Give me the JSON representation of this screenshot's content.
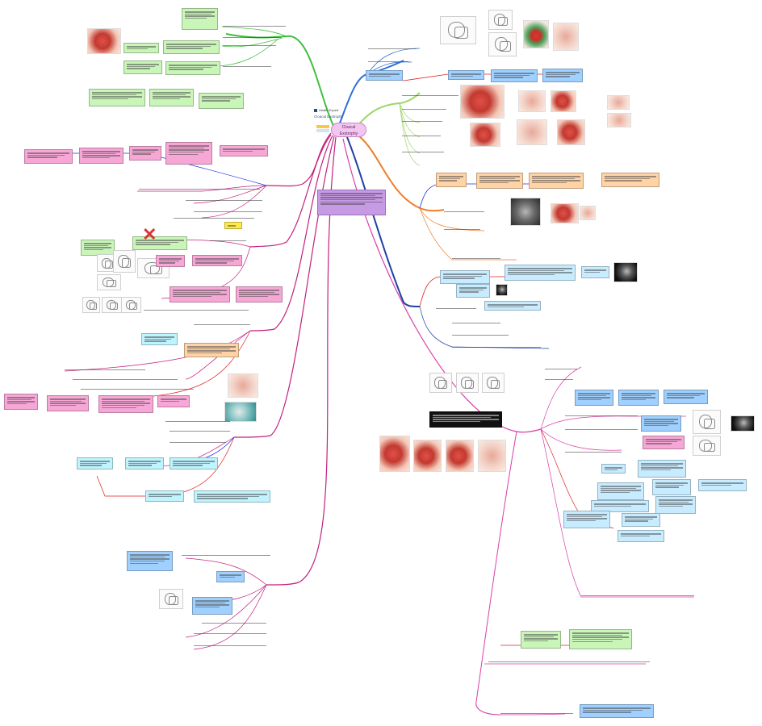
{
  "workspace": {
    "brand": "Health Expert",
    "title": "Cloacal Exstrophy",
    "central_node": "Cloacal\nExstrophy"
  },
  "colors": {
    "branch_green": "#3fbf3f",
    "branch_blue": "#2f6fd8",
    "branch_lightgreen": "#9ed66a",
    "branch_orange": "#f07c2a",
    "branch_navy": "#1f3fa6",
    "branch_pink": "#c2217f",
    "branch_magenta": "#d93fa8",
    "link_red": "#e02020",
    "link_blue": "#1f2fe0"
  }
}
